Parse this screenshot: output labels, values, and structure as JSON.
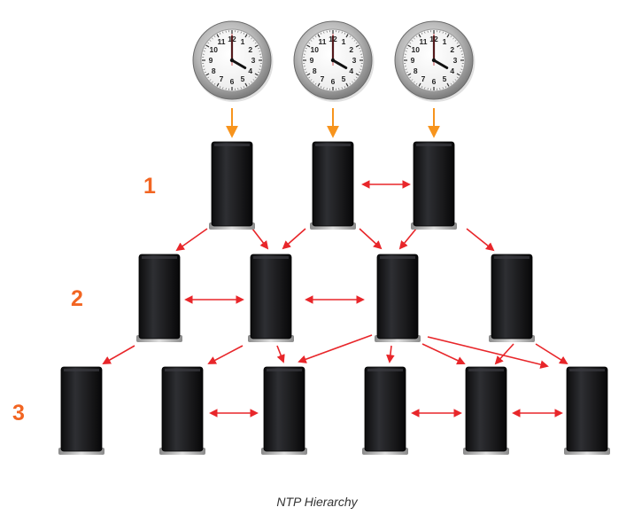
{
  "colors": {
    "clock_arrow": "#f7941d",
    "peer_arrow": "#e8262a",
    "label": "#f26522",
    "server_body": "#1c1c1e",
    "server_led": "#3aa0e0"
  },
  "clock": {
    "numbers": [
      "12",
      "1",
      "2",
      "3",
      "4",
      "5",
      "6",
      "7",
      "8",
      "9",
      "10",
      "11"
    ]
  },
  "labels": {
    "stratum_1": "1",
    "stratum_2": "2",
    "stratum_3": "3"
  },
  "caption": "NTP Hierarchy"
}
